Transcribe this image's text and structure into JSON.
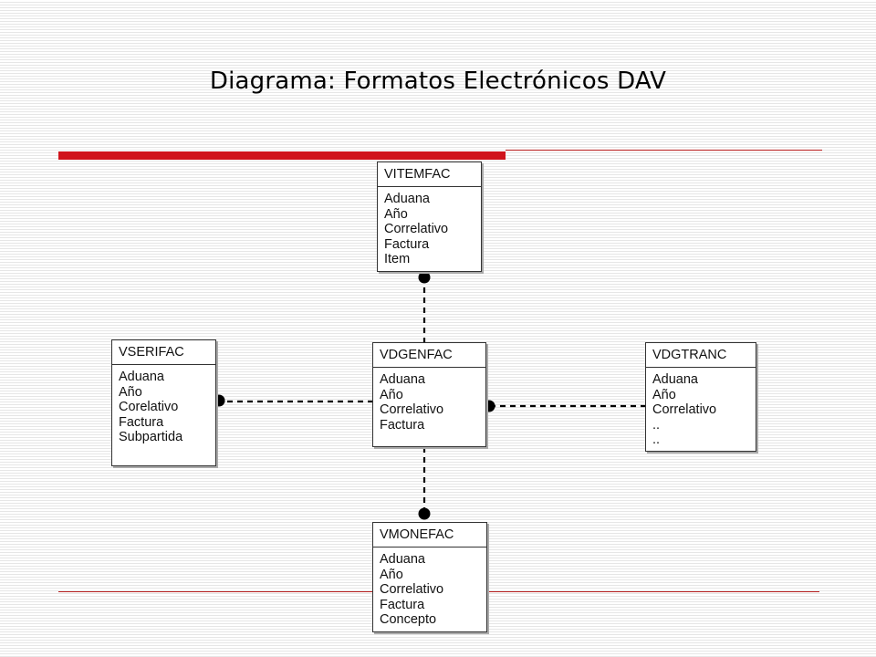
{
  "title": "Diagrama: Formatos Electrónicos DAV",
  "colors": {
    "accent": "#d0141c",
    "line": "#000000"
  },
  "entities": {
    "vitemfac": {
      "name": "VITEMFAC",
      "fields": [
        "Aduana",
        "Año",
        "Correlativo",
        "Factura",
        "Item"
      ]
    },
    "vserifac": {
      "name": "VSERIFAC",
      "fields": [
        "Aduana",
        "Año",
        "Corelativo",
        "Factura",
        "Subpartida"
      ]
    },
    "vdgenfac": {
      "name": "VDGENFAC",
      "fields": [
        "Aduana",
        "Año",
        "Correlativo",
        "Factura"
      ]
    },
    "vdgtranc": {
      "name": "VDGTRANC",
      "fields": [
        "Aduana",
        "Año",
        "Correlativo",
        "..",
        ".."
      ]
    },
    "vmonefac": {
      "name": "VMONEFAC",
      "fields": [
        "Aduana",
        "Año",
        "Correlativo",
        "Factura",
        "Concepto"
      ]
    }
  },
  "relationships": [
    {
      "from": "VDGENFAC",
      "to": "VITEMFAC",
      "style": "dashed",
      "end": "dot"
    },
    {
      "from": "VDGENFAC",
      "to": "VSERIFAC",
      "style": "dashed",
      "end": "dot"
    },
    {
      "from": "VDGTRANC",
      "to": "VDGENFAC",
      "style": "dashed",
      "end": "dot"
    },
    {
      "from": "VDGENFAC",
      "to": "VMONEFAC",
      "style": "dashed",
      "end": "dot"
    }
  ]
}
